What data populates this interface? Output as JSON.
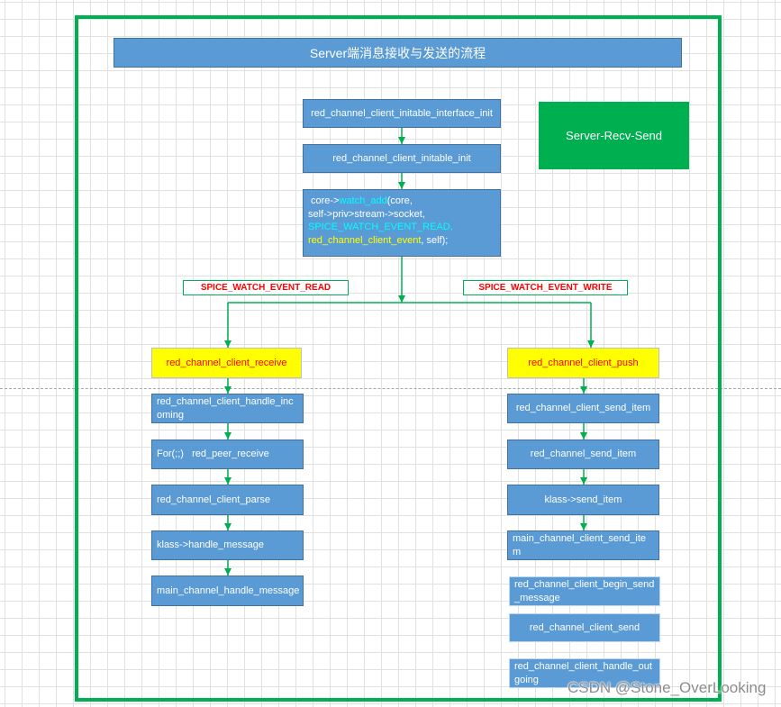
{
  "title": "Server端消息接收与发送的流程",
  "badge": "Server-Recv-Send",
  "colors": {
    "frame": "#00B050",
    "badge": "#00B050",
    "box_fill": "#5B9BD5",
    "box_border": "#41719C",
    "highlight_fill": "#FFFF00",
    "label_text": "#FF0000",
    "keyword_cyan": "#00FFFF",
    "keyword_yellow": "#FFFF00",
    "connector": "#00B050"
  },
  "setup": {
    "interface_init": "red_channel_client_initable_interface_init",
    "initable_init": "red_channel_client_initable_init",
    "watch_call": {
      "object": "core->",
      "function": "watch_add",
      "args_open": "(core,",
      "socket_arg": "self->priv>stream->socket,",
      "event_arg": "SPICE_WATCH_EVENT_READ,",
      "callback_arg": "red_channel_client_event",
      "args_close": ", self);"
    }
  },
  "branches": {
    "read_label": "SPICE_WATCH_EVENT_READ",
    "write_label": "SPICE_WATCH_EVENT_WRITE"
  },
  "receive_path": {
    "entry": "red_channel_client_receive",
    "steps": [
      {
        "lines": [
          "red_channel_client_handle_inc",
          "oming"
        ]
      },
      {
        "lines": [
          "For(;;)   red_peer_receive"
        ]
      },
      {
        "lines": [
          "red_channel_client_parse"
        ]
      },
      {
        "lines": [
          "klass->handle_message"
        ]
      },
      {
        "lines": [
          "main_channel_handle_message"
        ]
      }
    ]
  },
  "send_path": {
    "entry": "red_channel_client_push",
    "steps": [
      {
        "lines": [
          "red_channel_client_send_item"
        ]
      },
      {
        "lines": [
          "red_channel_send_item"
        ]
      },
      {
        "lines": [
          "klass->send_item"
        ]
      },
      {
        "lines": [
          "main_channel_client_send_ite",
          "m"
        ]
      },
      {
        "lines": [
          "red_channel_client_begin_send",
          "_message"
        ]
      },
      {
        "lines": [
          "red_channel_client_send"
        ]
      },
      {
        "lines": [
          "red_channel_client_handle_out",
          "going"
        ]
      }
    ]
  },
  "watermark": "CSDN @Stone_OverLooking"
}
